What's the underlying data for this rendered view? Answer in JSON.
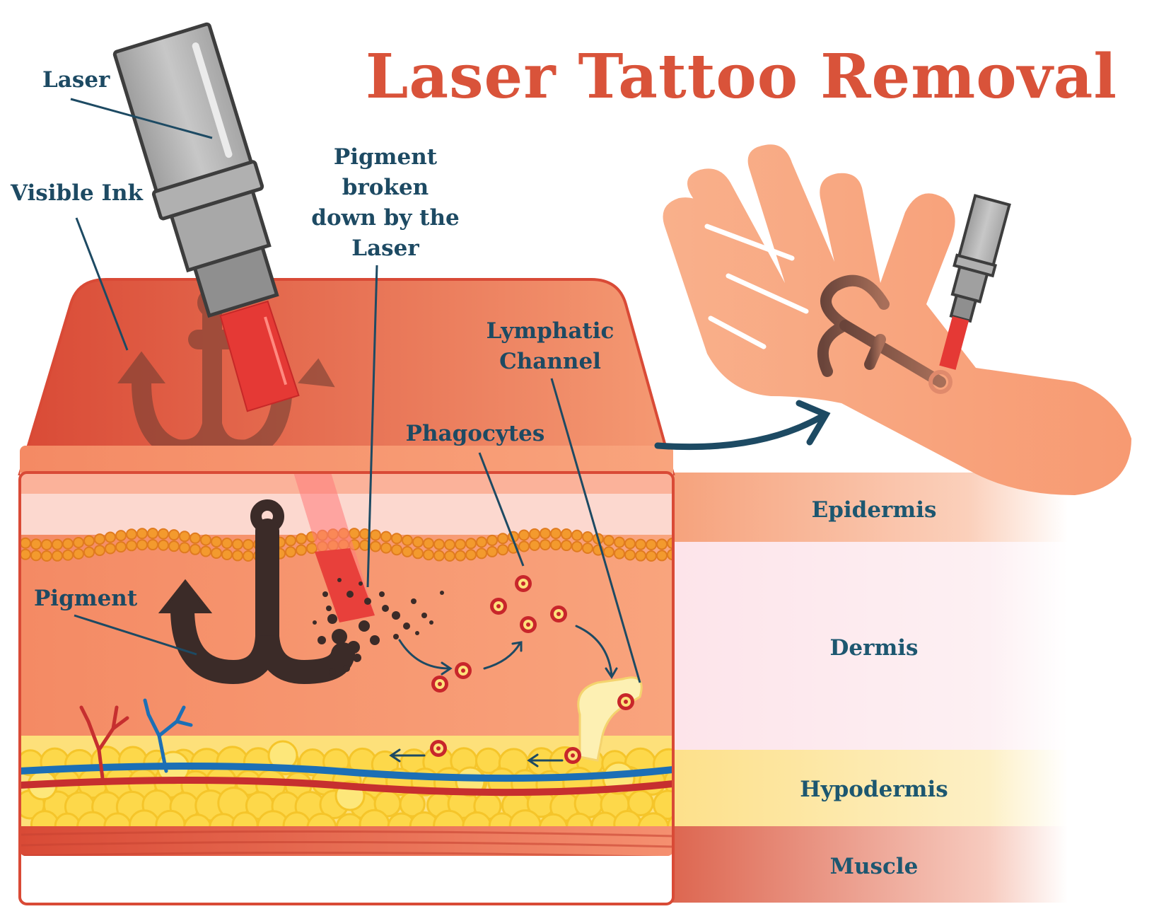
{
  "title": "Laser Tattoo Removal",
  "labels": {
    "laser": "Laser",
    "visible_ink": "Visible Ink",
    "pigment_broken_line1": "Pigment",
    "pigment_broken_line2": "broken",
    "pigment_broken_line3": "down by the",
    "pigment_broken_line4": "Laser",
    "lymphatic_line1": "Lymphatic",
    "lymphatic_line2": "Channel",
    "phagocytes": "Phagocytes",
    "pigment": "Pigment"
  },
  "layers": [
    {
      "name": "Epidermis",
      "color": "#f6a27c"
    },
    {
      "name": "Dermis",
      "color": "#fde4ea"
    },
    {
      "name": "Hypodermis",
      "color": "#fde7a6"
    },
    {
      "name": "Muscle",
      "color": "#de6a4f"
    }
  ],
  "colors": {
    "title": "#d9533a",
    "label": "#1d4a63",
    "skin_top": "#e8674a",
    "dermis": "#f59a73",
    "ink": "#3b2b28",
    "laser_beam": "#e53935",
    "fat": "#fbd84a",
    "vein": "#1c6fb5",
    "artery": "#c62f2f",
    "hand": "#f9ad87"
  },
  "icons": [
    "laser-device-icon",
    "anchor-tattoo-icon",
    "hand-icon",
    "phagocyte-icon",
    "arrow-icon"
  ]
}
